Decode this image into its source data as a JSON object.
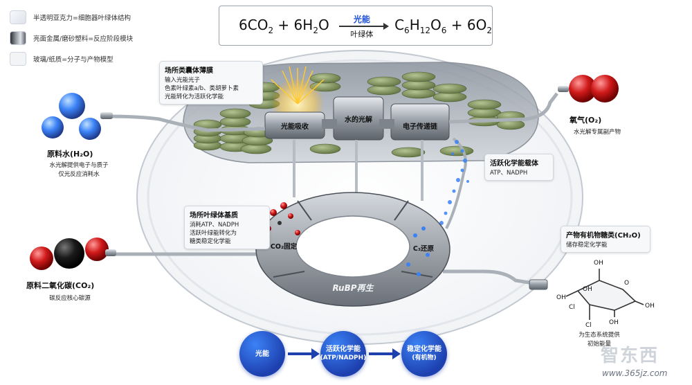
{
  "legend": [
    {
      "swatch": "glass",
      "text": "半透明亚克力=细胞器叶绿体结构"
    },
    {
      "swatch": "metal",
      "text": "亮面金属/磨砂塑料=反应阶段模块"
    },
    {
      "swatch": "paper",
      "text": "玻璃/纸质=分子与产物模型"
    }
  ],
  "equation": {
    "left_a": "6CO",
    "left_a_sub": "2",
    "plus1": " + 6H",
    "left_b_sub": "2",
    "left_b_tail": "O",
    "arrow_top": "光能",
    "arrow_bottom": "叶绿体",
    "right_a": "C",
    "right_a_sub1": "6",
    "right_a_mid": "H",
    "right_a_sub2": "12",
    "right_a_mid2": "O",
    "right_a_sub3": "6",
    "plus2": " + 6O",
    "right_b_sub": "2"
  },
  "thylakoid_card": {
    "title": "场所类囊体薄膜",
    "lines": [
      "输入光能光子",
      "色素叶绿素a/b、类胡萝卜素",
      "光能转化为活跃化学能"
    ]
  },
  "stroma_card": {
    "title": "场所叶绿体基质",
    "lines": [
      "消耗ATP、NADPH",
      "活跃叶绿能转化为",
      "糖类稳定化学能"
    ]
  },
  "carrier_card": {
    "title": "活跃化学能载体",
    "lines": [
      "ATP、NADPH"
    ]
  },
  "product_card": {
    "title": "产物有机物糖类(CH₂O)",
    "lines": [
      "储存稳定化学能"
    ]
  },
  "modules": {
    "light_absorb": "光能吸收",
    "water_split": "水的光解",
    "electron_chain": "电子传递链"
  },
  "cycle": {
    "co2_fix": "CO₂固定",
    "c3_reduce": "C₃还原",
    "rubp": "RuBP再生"
  },
  "water": {
    "title": "原料水(H₂O)",
    "sub1": "水光解提供电子与质子",
    "sub2": "仅光反应消耗水"
  },
  "oxygen": {
    "title": "氧气(O₂)",
    "sub": "水光解专属副产物"
  },
  "co2": {
    "title": "原料二氧化碳(CO₂)",
    "sub": "碳反应核心碳源"
  },
  "glucose": {
    "labels": [
      "OH",
      "O",
      "OH",
      "OH",
      "OH",
      "OH",
      "Cl",
      "Cl"
    ],
    "caption1": "为生态系统提供",
    "caption2": "初始能量"
  },
  "flow": [
    {
      "line1": "光能",
      "line2": ""
    },
    {
      "line1": "活跃化学能",
      "line2": "(ATP/NADPH)"
    },
    {
      "line1": "稳定化学能",
      "line2": "(有机物)"
    }
  ],
  "watermark": {
    "logo": "智东西",
    "url": "www.365jz.com"
  },
  "colors": {
    "accent_blue": "#1e40af",
    "water_blue": "#3b82f6",
    "oxygen_red": "#c81e1e",
    "carbon_black": "#111111",
    "grana_green": "#7c8f5a",
    "metal": "#9aa1a9"
  }
}
